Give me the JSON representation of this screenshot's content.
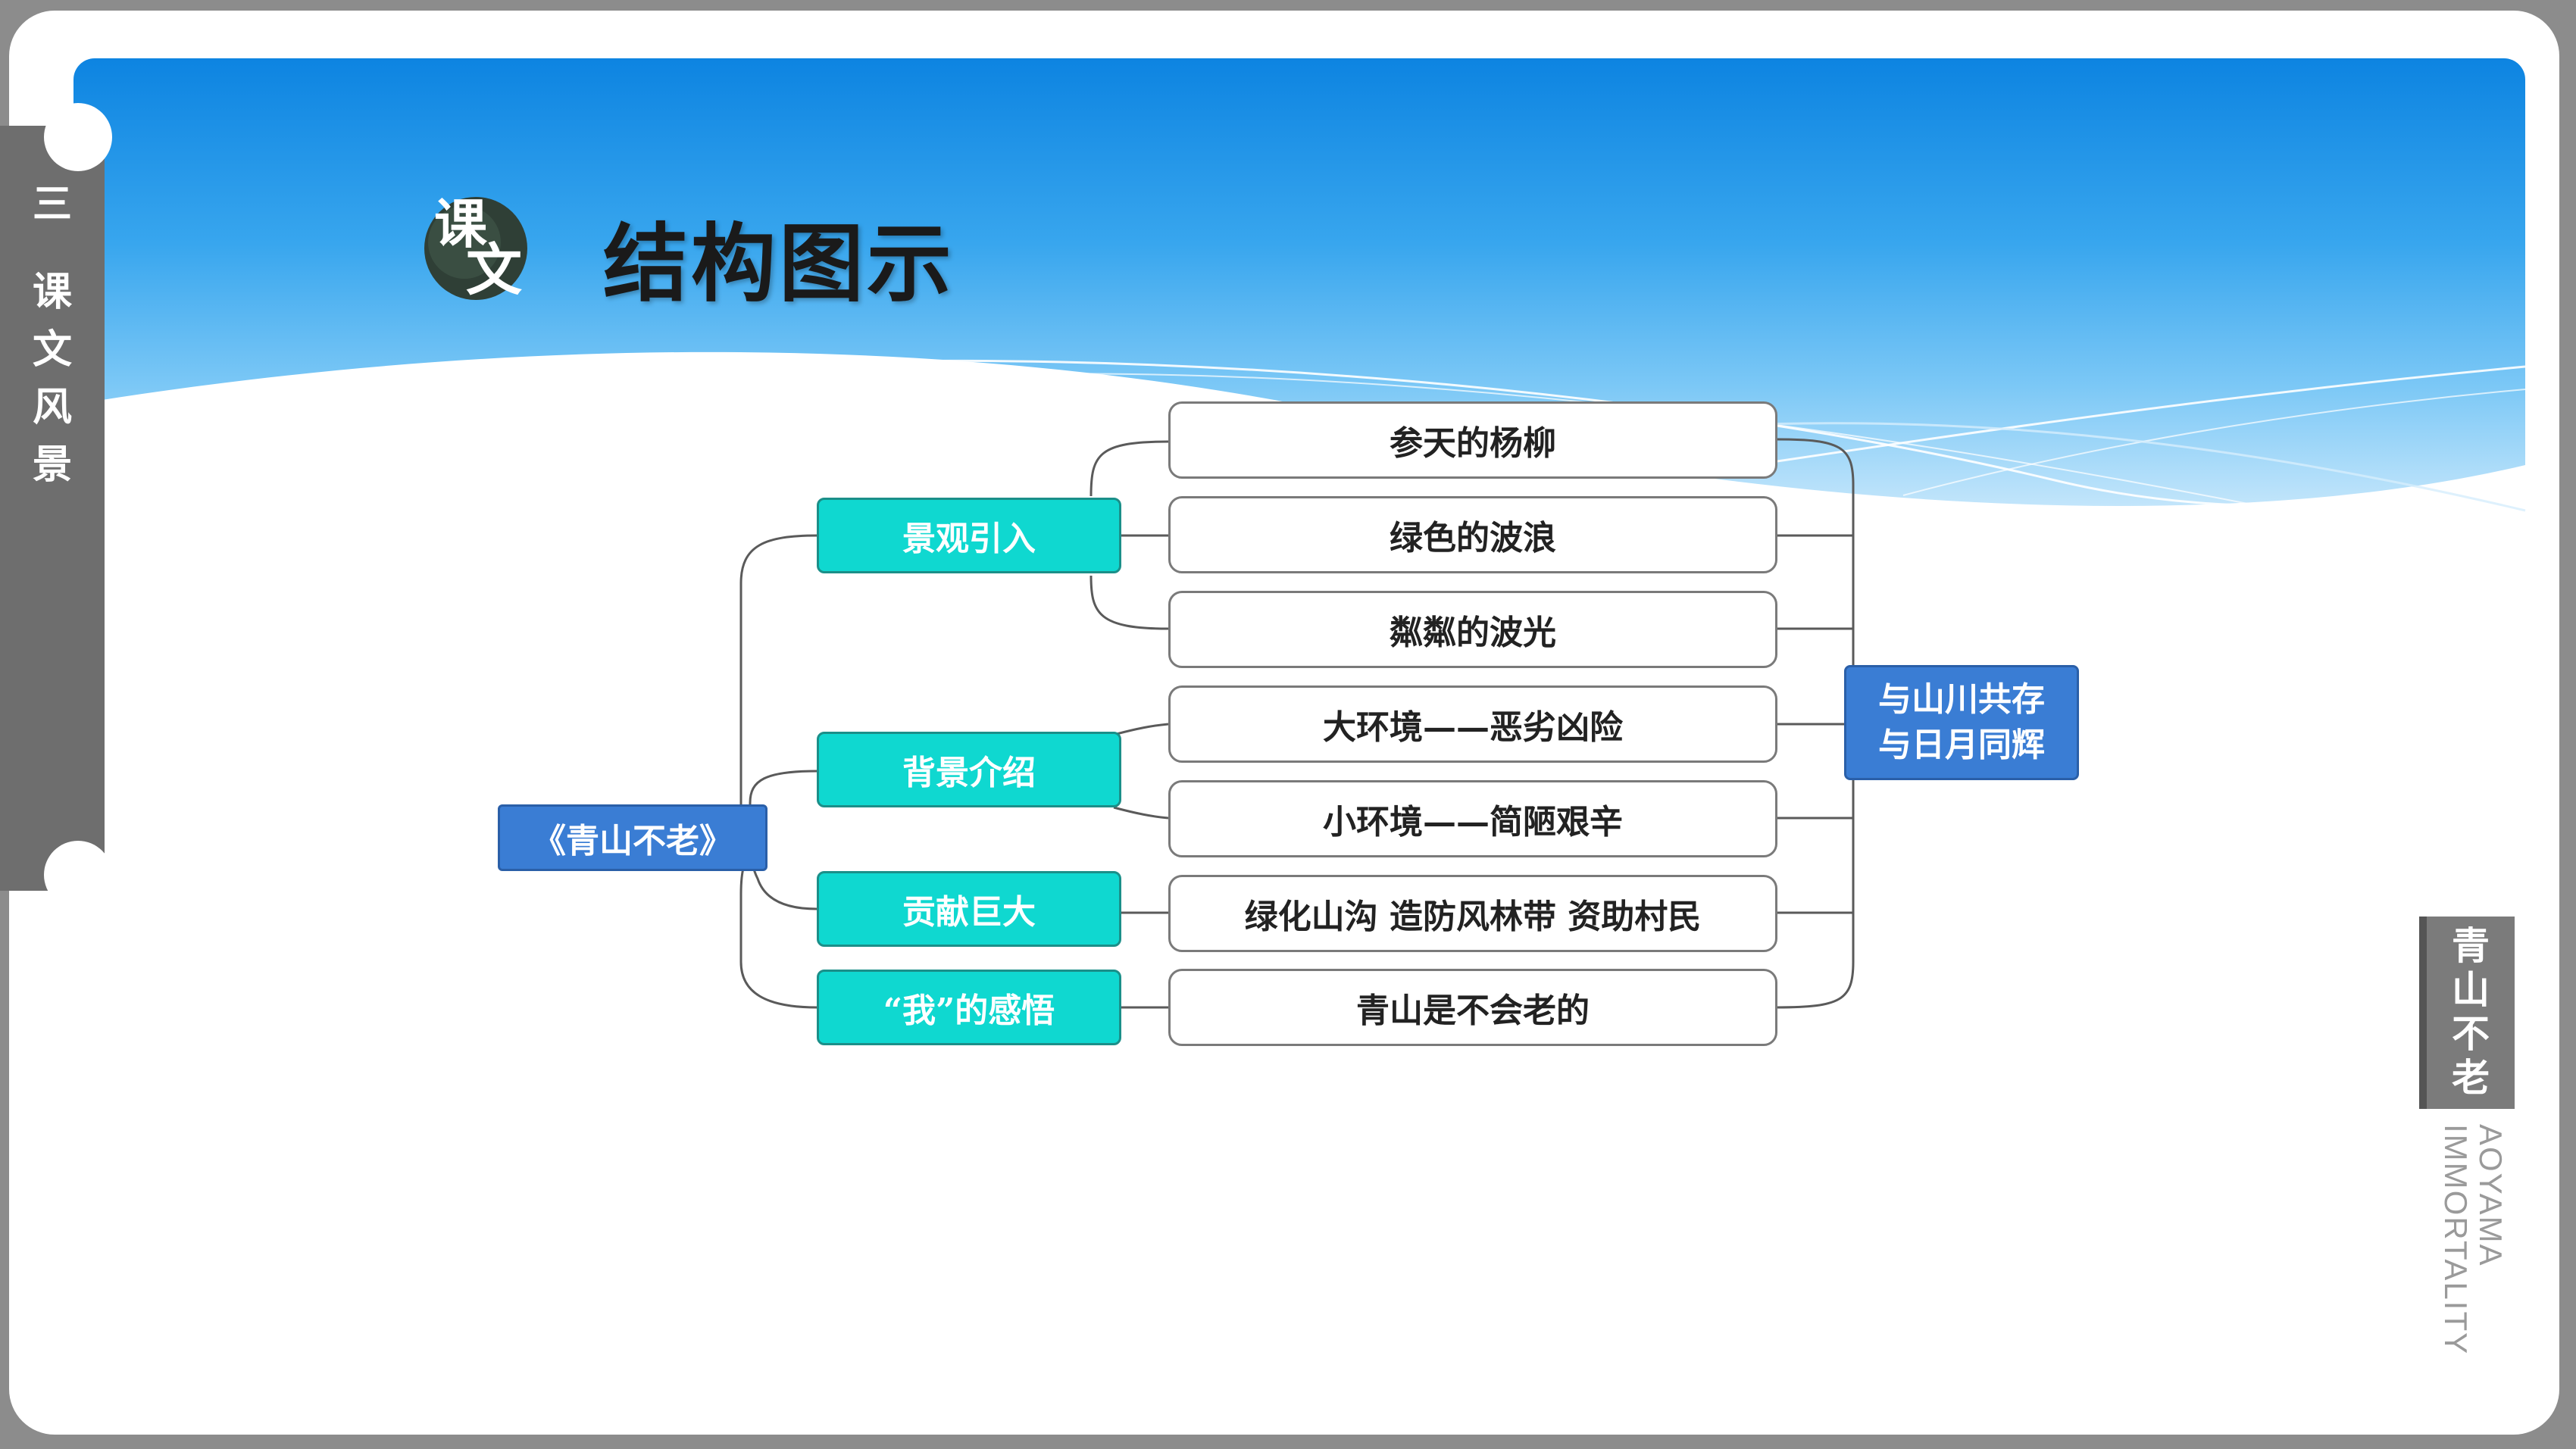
{
  "side_tab": {
    "number": "三",
    "chars": [
      "课",
      "文",
      "风",
      "景"
    ]
  },
  "header": {
    "badge_chars": [
      "课",
      "文"
    ],
    "title": "结构图示"
  },
  "diagram": {
    "root": "《青山不老》",
    "branches": [
      {
        "label": "景观引入"
      },
      {
        "label": "背景介绍"
      },
      {
        "label": "贡献巨大"
      },
      {
        "label": "“我”的感悟"
      }
    ],
    "leaves": [
      "参天的杨柳",
      "绿色的波浪",
      "粼粼的波光",
      "大环境——恶劣凶险",
      "小环境——简陋艰辛",
      "绿化山沟 造防风林带 资助村民",
      "青山是不会老的"
    ],
    "summary": [
      "与山川共存",
      "与日月同辉"
    ]
  },
  "lesson_tab": {
    "chars": [
      "青",
      "山",
      "不",
      "老"
    ],
    "english": [
      "AOYAMA",
      "IMMORTALITY"
    ]
  },
  "colors": {
    "banner_top": "#0d84e1",
    "root_fill": "#3a7dd4",
    "branch_fill": "#0fd8d0",
    "tab_gray": "#6e6e6e"
  }
}
